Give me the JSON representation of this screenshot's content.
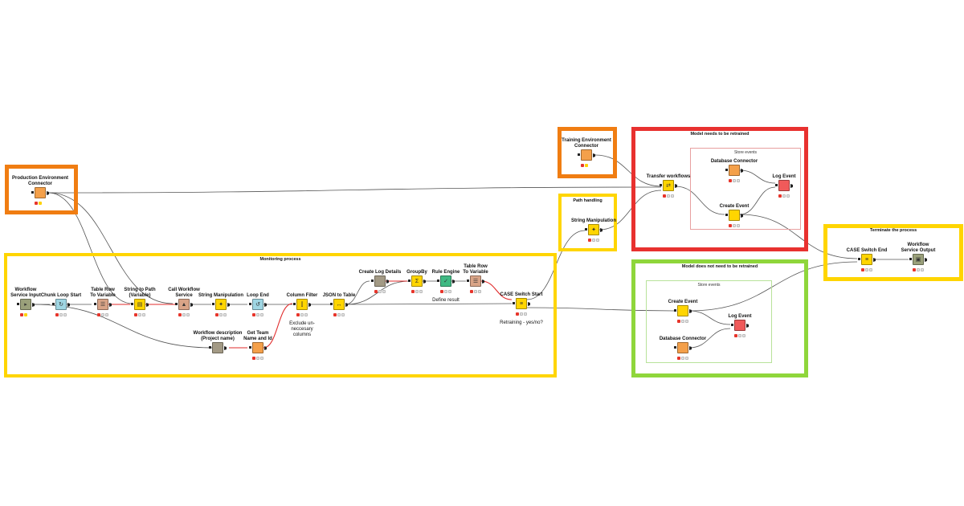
{
  "boxes": {
    "prod_env": {
      "title": "",
      "color": "#f07d12"
    },
    "training_env": {
      "title": "",
      "color": "#f07d12"
    },
    "monitoring": {
      "title": "Monitoring process",
      "color": "#ffd500"
    },
    "path_handling": {
      "title": "Path handling",
      "color": "#ffd500"
    },
    "retrain_yes": {
      "title": "Model needs to be retrained",
      "color": "#e8312f"
    },
    "retrain_no": {
      "title": "Model does not need to be retrained",
      "color": "#8fd63b"
    },
    "terminate": {
      "title": "Terminate the process",
      "color": "#ffd500"
    },
    "store_events_top": {
      "title": "Store events",
      "color": "#e8a0a0"
    },
    "store_events_bottom": {
      "title": "Store events",
      "color": "#b8e29a"
    }
  },
  "nodes": {
    "production_env_connector": {
      "label": "Production Environment\nConnector",
      "comment": "",
      "icon": "database-connector-icon",
      "color": "#f4a04a",
      "status": "yellow"
    },
    "training_env_connector": {
      "label": "Training Environment\nConnector",
      "comment": "",
      "icon": "database-connector-icon",
      "color": "#f4a04a",
      "status": "yellow"
    },
    "workflow_service_input": {
      "label": "Workflow\nService Input",
      "comment": "",
      "icon": "service-input-icon",
      "color": "#9aa07a",
      "status": "yellow"
    },
    "chunk_loop_start": {
      "label": "Chunk Loop Start",
      "comment": "",
      "icon": "loop-start-icon",
      "color": "#9fd6e3",
      "status": "red"
    },
    "table_row_to_variable_1": {
      "label": "Table Row\nTo Variable",
      "comment": "",
      "icon": "variable-icon",
      "color": "#d9a487",
      "status": "red"
    },
    "string_to_path": {
      "label": "String to Path\n(Variable)",
      "comment": "",
      "icon": "path-icon",
      "color": "#ffd500",
      "status": "red"
    },
    "call_workflow_service": {
      "label": "Call Workflow\nService",
      "comment": "",
      "icon": "call-workflow-icon",
      "color": "#d9a487",
      "status": "red"
    },
    "string_manipulation_1": {
      "label": "String Manipulation",
      "comment": "",
      "icon": "string-manipulation-icon",
      "color": "#ffd500",
      "status": "red"
    },
    "loop_end": {
      "label": "Loop End",
      "comment": "",
      "icon": "loop-end-icon",
      "color": "#9fd6e3",
      "status": "red"
    },
    "column_filter": {
      "label": "Column Filter",
      "comment": "Exclude un-\nneccesary\ncolumns",
      "icon": "column-filter-icon",
      "color": "#ffd500",
      "status": "red"
    },
    "json_to_table": {
      "label": "JSON to Table",
      "comment": "",
      "icon": "json-icon",
      "color": "#ffd500",
      "status": "red"
    },
    "create_log_details": {
      "label": "Create Log Details",
      "comment": "",
      "icon": "component-icon",
      "color": "#a39a85",
      "status": "red"
    },
    "groupby": {
      "label": "GroupBy",
      "comment": "",
      "icon": "groupby-icon",
      "color": "#ffd500",
      "status": "red"
    },
    "rule_engine": {
      "label": "Rule Engine",
      "comment": "Define result",
      "icon": "rule-engine-icon",
      "color": "#3fb983",
      "status": "red"
    },
    "table_row_to_variable_2": {
      "label": "Table Row\nTo Variable",
      "comment": "",
      "icon": "variable-icon",
      "color": "#d9a487",
      "status": "red"
    },
    "case_switch_start": {
      "label": "CASE Switch Start",
      "comment": "Retraining - yes/no?",
      "icon": "switch-icon",
      "color": "#ffd500",
      "status": "red"
    },
    "workflow_description": {
      "label": "Workflow description\n(Project name)",
      "comment": "",
      "icon": "component-icon",
      "color": "#a39a85",
      "status": "none"
    },
    "get_team_name": {
      "label": "Get Team\nName and Id",
      "comment": "",
      "icon": "database-icon",
      "color": "#f4a04a",
      "status": "red"
    },
    "string_manipulation_2": {
      "label": "String Manipulation",
      "comment": "",
      "icon": "string-manipulation-icon",
      "color": "#ffd500",
      "status": "red"
    },
    "transfer_workflows": {
      "label": "Transfer workflows",
      "comment": "",
      "icon": "transfer-icon",
      "color": "#ffd500",
      "status": "red"
    },
    "database_connector_top": {
      "label": "Database Connector",
      "comment": "",
      "icon": "database-connector-icon",
      "color": "#f4a04a",
      "status": "red"
    },
    "log_event_top": {
      "label": "Log Event",
      "comment": "",
      "icon": "log-event-icon",
      "color": "#f05a5a",
      "status": "red"
    },
    "create_event_top": {
      "label": "Create Event",
      "comment": "",
      "icon": "component-icon",
      "color": "#ffd500",
      "status": "red"
    },
    "create_event_bottom": {
      "label": "Create Event",
      "comment": "",
      "icon": "component-icon",
      "color": "#ffd500",
      "status": "red"
    },
    "log_event_bottom": {
      "label": "Log Event",
      "comment": "",
      "icon": "log-event-icon",
      "color": "#f05a5a",
      "status": "red"
    },
    "database_connector_bottom": {
      "label": "Database Connector",
      "comment": "",
      "icon": "database-connector-icon",
      "color": "#f4a04a",
      "status": "red"
    },
    "case_switch_end": {
      "label": "CASE Switch End",
      "comment": "",
      "icon": "switch-end-icon",
      "color": "#ffd500",
      "status": "red"
    },
    "workflow_service_output": {
      "label": "Workflow\nService Output",
      "comment": "",
      "icon": "service-output-icon",
      "color": "#9aa07a",
      "status": "red"
    }
  }
}
